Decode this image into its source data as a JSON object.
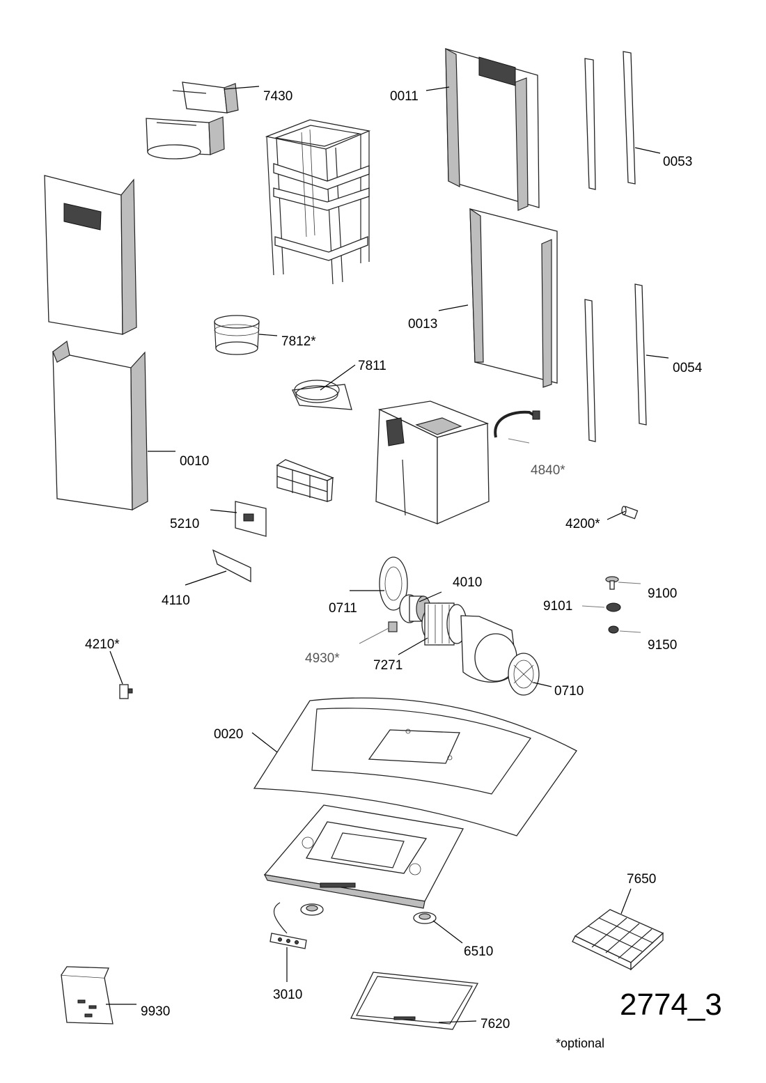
{
  "diagram": {
    "id": "2774_3",
    "footnote": "*optional",
    "parts": [
      {
        "key": "p7430",
        "code": "7430"
      },
      {
        "key": "p0011",
        "code": "0011"
      },
      {
        "key": "p0053",
        "code": "0053"
      },
      {
        "key": "p0013",
        "code": "0013"
      },
      {
        "key": "p7812",
        "code": "7812*"
      },
      {
        "key": "p7811",
        "code": "7811"
      },
      {
        "key": "p0054",
        "code": "0054"
      },
      {
        "key": "p0010",
        "code": "0010"
      },
      {
        "key": "p4840",
        "code": "4840*"
      },
      {
        "key": "p4200",
        "code": "4200*"
      },
      {
        "key": "p5210",
        "code": "5210"
      },
      {
        "key": "p4110",
        "code": "4110"
      },
      {
        "key": "p4010",
        "code": "4010"
      },
      {
        "key": "p0711",
        "code": "0711"
      },
      {
        "key": "p9100",
        "code": "9100"
      },
      {
        "key": "p9101",
        "code": "9101"
      },
      {
        "key": "p9150",
        "code": "9150"
      },
      {
        "key": "p4210",
        "code": "4210*"
      },
      {
        "key": "p4930",
        "code": "4930*"
      },
      {
        "key": "p7271",
        "code": "7271"
      },
      {
        "key": "p0710",
        "code": "0710"
      },
      {
        "key": "p0020",
        "code": "0020"
      },
      {
        "key": "p7650",
        "code": "7650"
      },
      {
        "key": "p6510",
        "code": "6510"
      },
      {
        "key": "p3010",
        "code": "3010"
      },
      {
        "key": "p9930",
        "code": "9930"
      },
      {
        "key": "p7620",
        "code": "7620"
      }
    ]
  }
}
